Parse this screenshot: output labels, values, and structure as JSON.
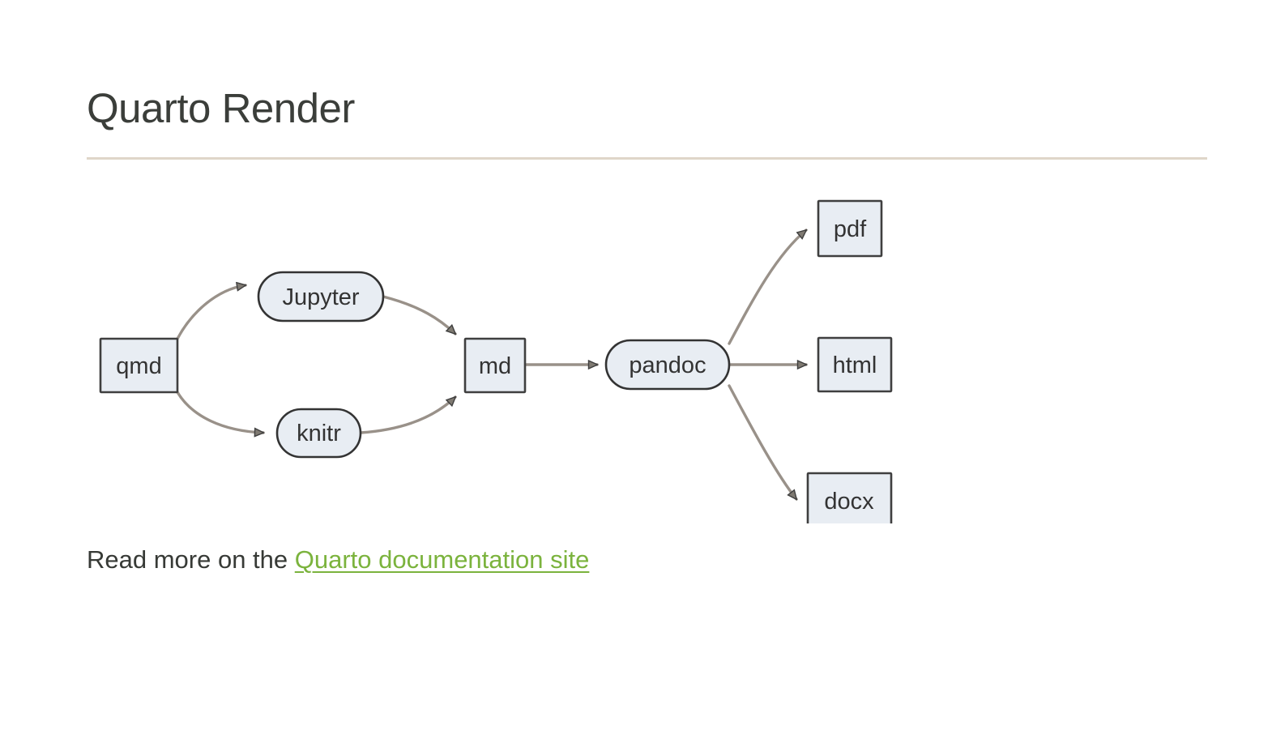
{
  "page": {
    "title": "Quarto Render",
    "background_color": "#ffffff",
    "rule_color": "#DFD6C9",
    "title_color": "#3B3E3A"
  },
  "diagram": {
    "type": "flowchart",
    "direction": "left-to-right",
    "node_fill": "#E8EDF3",
    "node_stroke": "#3F3F3F",
    "edge_color": "#999189",
    "arrow_fill": "#7F7A72",
    "nodes": [
      {
        "id": "qmd",
        "label": "qmd",
        "shape": "rect"
      },
      {
        "id": "jupyter",
        "label": "Jupyter",
        "shape": "stadium"
      },
      {
        "id": "knitr",
        "label": "knitr",
        "shape": "stadium"
      },
      {
        "id": "md",
        "label": "md",
        "shape": "rect"
      },
      {
        "id": "pandoc",
        "label": "pandoc",
        "shape": "stadium"
      },
      {
        "id": "pdf",
        "label": "pdf",
        "shape": "rect"
      },
      {
        "id": "html",
        "label": "html",
        "shape": "rect"
      },
      {
        "id": "docx",
        "label": "docx",
        "shape": "rect"
      }
    ],
    "edges": [
      {
        "from": "qmd",
        "to": "jupyter"
      },
      {
        "from": "qmd",
        "to": "knitr"
      },
      {
        "from": "jupyter",
        "to": "md"
      },
      {
        "from": "knitr",
        "to": "md"
      },
      {
        "from": "md",
        "to": "pandoc"
      },
      {
        "from": "pandoc",
        "to": "pdf"
      },
      {
        "from": "pandoc",
        "to": "html"
      },
      {
        "from": "pandoc",
        "to": "docx"
      }
    ]
  },
  "read_more": {
    "prefix": "Read more on the ",
    "link_label": "Quarto documentation site",
    "link_color": "#7BB33D"
  }
}
